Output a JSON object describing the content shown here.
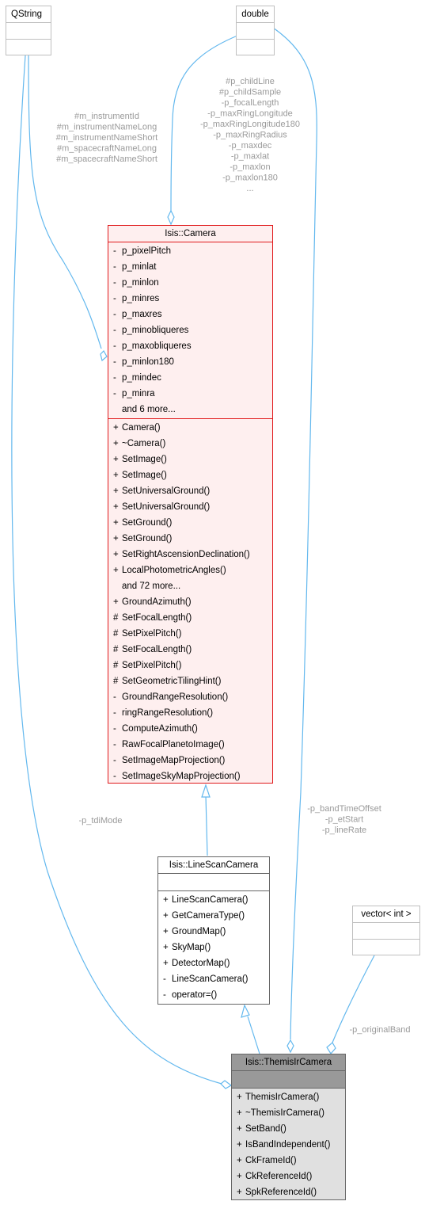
{
  "classes": {
    "qstring": {
      "name": "QString"
    },
    "double": {
      "name": "double"
    },
    "vector_int": {
      "name": "vector< int >"
    },
    "camera": {
      "name": "Isis::Camera",
      "attributes": [
        {
          "vis": "-",
          "name": "p_pixelPitch"
        },
        {
          "vis": "-",
          "name": "p_minlat"
        },
        {
          "vis": "-",
          "name": "p_minlon"
        },
        {
          "vis": "-",
          "name": "p_minres"
        },
        {
          "vis": "-",
          "name": "p_maxres"
        },
        {
          "vis": "-",
          "name": "p_minobliqueres"
        },
        {
          "vis": "-",
          "name": "p_maxobliqueres"
        },
        {
          "vis": "-",
          "name": "p_minlon180"
        },
        {
          "vis": "-",
          "name": "p_mindec"
        },
        {
          "vis": "-",
          "name": "p_minra"
        },
        {
          "vis": "",
          "name": "and 6 more..."
        }
      ],
      "methods": [
        {
          "vis": "+",
          "name": "Camera()"
        },
        {
          "vis": "+",
          "name": "~Camera()"
        },
        {
          "vis": "+",
          "name": "SetImage()"
        },
        {
          "vis": "+",
          "name": "SetImage()"
        },
        {
          "vis": "+",
          "name": "SetUniversalGround()"
        },
        {
          "vis": "+",
          "name": "SetUniversalGround()"
        },
        {
          "vis": "+",
          "name": "SetGround()"
        },
        {
          "vis": "+",
          "name": "SetGround()"
        },
        {
          "vis": "+",
          "name": "SetRightAscensionDeclination()"
        },
        {
          "vis": "+",
          "name": "LocalPhotometricAngles()"
        },
        {
          "vis": "",
          "name": "and 72 more..."
        },
        {
          "vis": "+",
          "name": "GroundAzimuth()"
        },
        {
          "vis": "#",
          "name": "SetFocalLength()"
        },
        {
          "vis": "#",
          "name": "SetPixelPitch()"
        },
        {
          "vis": "#",
          "name": "SetFocalLength()"
        },
        {
          "vis": "#",
          "name": "SetPixelPitch()"
        },
        {
          "vis": "#",
          "name": "SetGeometricTilingHint()"
        },
        {
          "vis": "-",
          "name": "GroundRangeResolution()"
        },
        {
          "vis": "-",
          "name": "ringRangeResolution()"
        },
        {
          "vis": "-",
          "name": "ComputeAzimuth()"
        },
        {
          "vis": "-",
          "name": "RawFocalPlanetoImage()"
        },
        {
          "vis": "-",
          "name": "SetImageMapProjection()"
        },
        {
          "vis": "-",
          "name": "SetImageSkyMapProjection()"
        }
      ]
    },
    "linescan": {
      "name": "Isis::LineScanCamera",
      "methods": [
        {
          "vis": "+",
          "name": "LineScanCamera()"
        },
        {
          "vis": "+",
          "name": "GetCameraType()"
        },
        {
          "vis": "+",
          "name": "GroundMap()"
        },
        {
          "vis": "+",
          "name": "SkyMap()"
        },
        {
          "vis": "+",
          "name": "DetectorMap()"
        },
        {
          "vis": "-",
          "name": "LineScanCamera()"
        },
        {
          "vis": "-",
          "name": "operator=()"
        }
      ]
    },
    "themis": {
      "name": "Isis::ThemisIrCamera",
      "methods": [
        {
          "vis": "+",
          "name": "ThemisIrCamera()"
        },
        {
          "vis": "+",
          "name": "~ThemisIrCamera()"
        },
        {
          "vis": "+",
          "name": "SetBand()"
        },
        {
          "vis": "+",
          "name": "IsBandIndependent()"
        },
        {
          "vis": "+",
          "name": "CkFrameId()"
        },
        {
          "vis": "+",
          "name": "CkReferenceId()"
        },
        {
          "vis": "+",
          "name": "SpkReferenceId()"
        }
      ]
    }
  },
  "edge_labels": {
    "qstring_to_camera": [
      "#m_instrumentId",
      "#m_instrumentNameLong",
      "#m_instrumentNameShort",
      "#m_spacecraftNameLong",
      "#m_spacecraftNameShort"
    ],
    "double_to_camera": [
      "#p_childLine",
      "#p_childSample",
      "-p_focalLength",
      "-p_maxRingLongitude",
      "-p_maxRingLongitude180",
      "-p_maxRingRadius",
      "-p_maxdec",
      "-p_maxlat",
      "-p_maxlon",
      "-p_maxlon180",
      "..."
    ],
    "double_to_themis": [
      "-p_bandTimeOffset",
      "-p_etStart",
      "-p_lineRate"
    ],
    "qstring_to_themis": [
      "-p_tdiMode"
    ],
    "vector_to_themis": [
      "-p_originalBand"
    ]
  },
  "colors": {
    "edge": "#63b8ee",
    "label": "#9a9a9a",
    "camera_border": "#e0191b",
    "camera_fill": "#feefef",
    "themis_header": "#999999"
  }
}
